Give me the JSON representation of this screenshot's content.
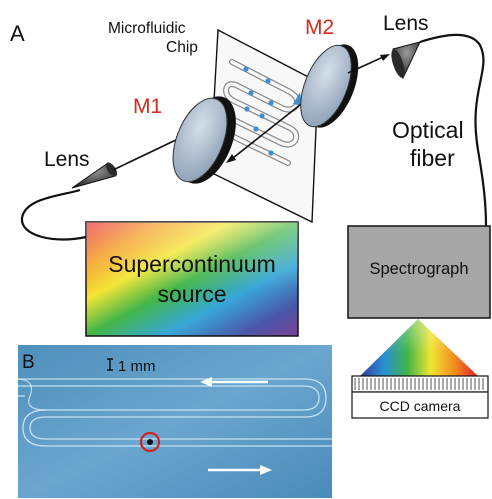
{
  "panel_a": {
    "letter": "A",
    "labels": {
      "chip_line1": "Microfluidic",
      "chip_line2": "Chip",
      "m1": "M1",
      "m2": "M2",
      "lens_left": "Lens",
      "lens_right": "Lens",
      "fiber_line1": "Optical",
      "fiber_line2": "fiber",
      "source_line1": "Supercontinuum",
      "source_line2": "source",
      "spectrograph": "Spectrograph",
      "ccd": "CCD camera"
    },
    "colors": {
      "mirror_face": "#a9b9cc",
      "mirror_rim": "#111111",
      "label_red": "#d42a1f",
      "channel": "#3f8fd0",
      "spectrograph_box": "#a6a6a6"
    }
  },
  "panel_b": {
    "letter": "B",
    "scale_label": "1 mm",
    "colors": {
      "background": "#5b9cc6",
      "marker": "#d0231c"
    }
  }
}
